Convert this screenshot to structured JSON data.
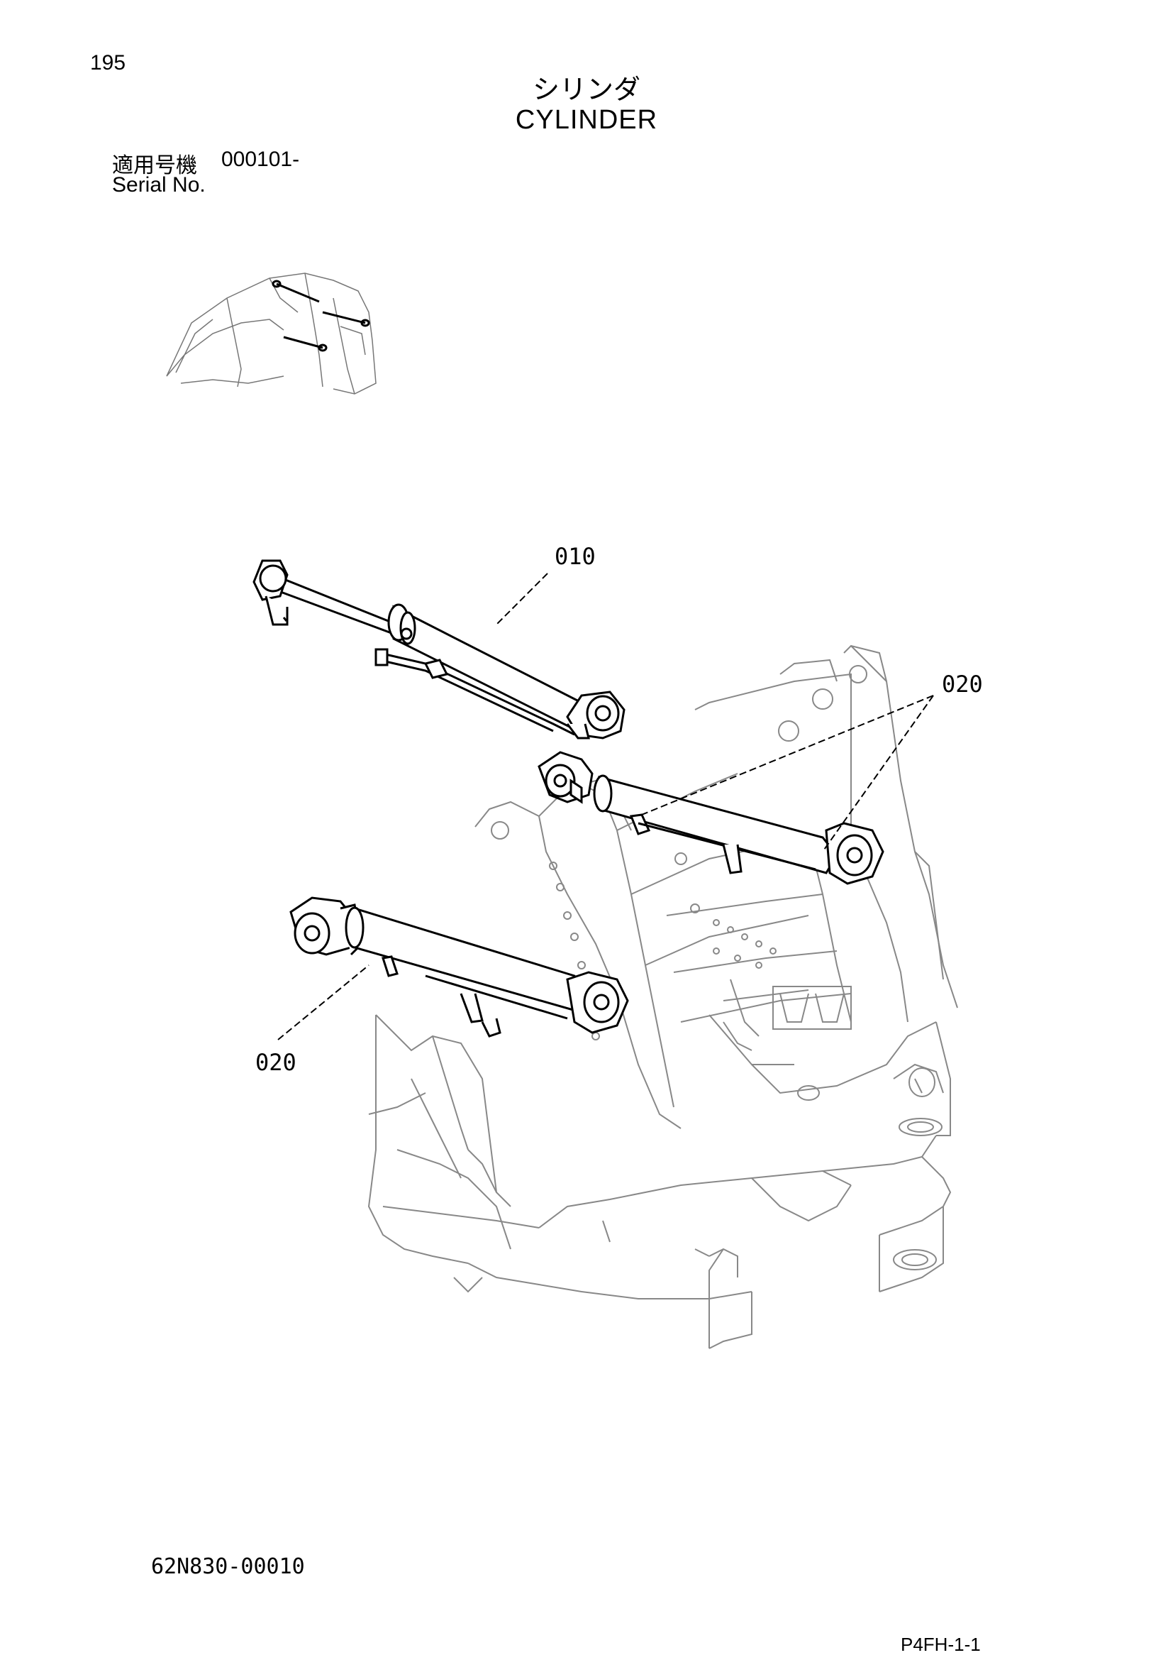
{
  "header": {
    "page_number": "195",
    "title_jp": "シリンダ",
    "title_en": "CYLINDER",
    "serial_label_jp": "適用号機",
    "serial_range": "000101-",
    "serial_label_en": "Serial No."
  },
  "callouts": {
    "c010": "010",
    "c020_right": "020",
    "c020_left": "020"
  },
  "footer": {
    "drawing_number": "62N830-00010",
    "page_code": "P4FH-1-1"
  }
}
